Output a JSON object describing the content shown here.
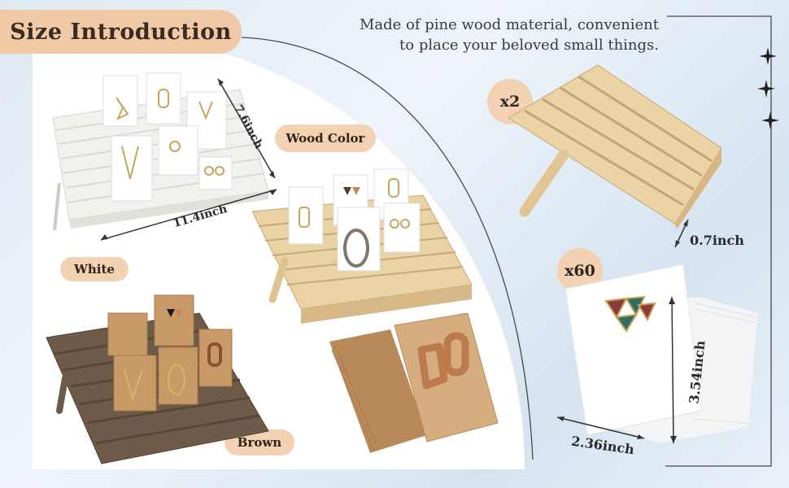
{
  "header": {
    "title": "Size Introduction",
    "tagline_line1": "Made of pine wood material, convenient",
    "tagline_line2": "to place your beloved small things."
  },
  "variants": {
    "white": "White",
    "wood": "Wood Color",
    "brown": "Brown"
  },
  "dimensions": {
    "width": "11.4inch",
    "depth": "7.6inch",
    "thickness": "0.7inch",
    "card_width": "2.36inch",
    "card_height": "3.54inch"
  },
  "quantities": {
    "stands": "x2",
    "cards": "x60"
  },
  "colors": {
    "accent_pill": "#f0c9a6",
    "white_stand": "#f2f1ee",
    "wood_stand": "#e9d2a4",
    "brown_stand": "#6e5a48",
    "kraft_card": "#c99a68"
  }
}
